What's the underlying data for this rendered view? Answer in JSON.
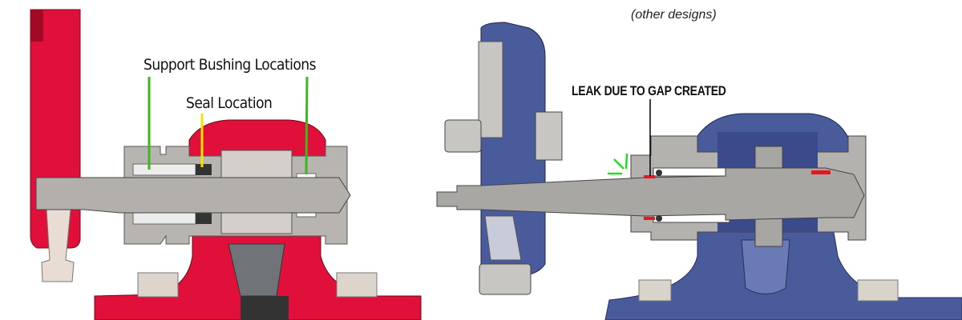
{
  "left_diagram": {
    "support_bushing_label": "Support Bushing Locations",
    "seal_label": "Seal Location",
    "body_color": "#e0103a",
    "support_callout_color": "#3cb81e",
    "seal_callout_color": "#f2e600"
  },
  "right_diagram": {
    "caption": "(other designs)",
    "leak_label": "LEAK DUE TO GAP CREATED",
    "body_color": "#4a5b9c",
    "leak_marker_color": "#e8141e",
    "leak_burst_color": "#22dd22"
  }
}
